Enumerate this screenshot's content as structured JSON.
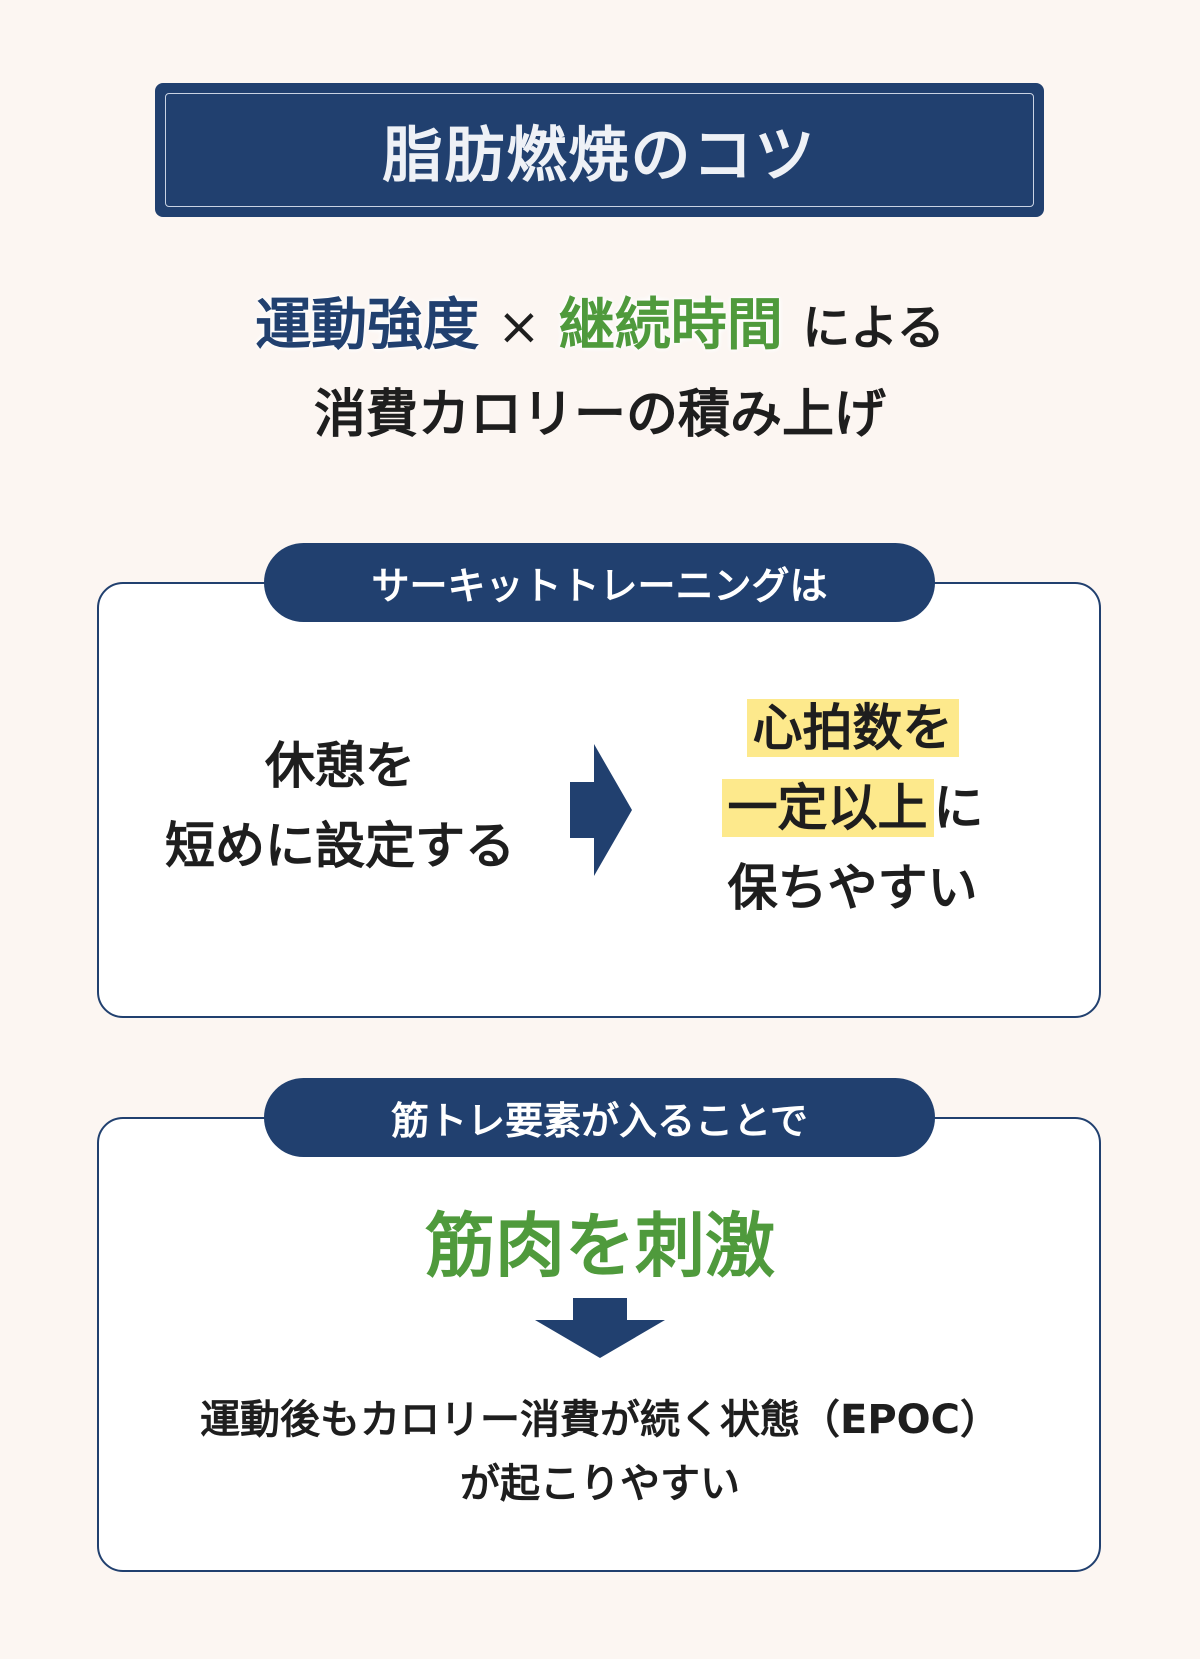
{
  "title": "脂肪燃焼のコツ",
  "headline": {
    "intensity": "運動強度",
    "times": "×",
    "duration": "継続時間",
    "by": "による",
    "line2": "消費カロリーの積み上げ"
  },
  "section1": {
    "label": "サーキットトレーニングは",
    "left_line1": "休憩を",
    "left_line2": "短めに設定する",
    "right_line1": "心拍数を",
    "right_line2_hl": "一定以上",
    "right_line2_rest": "に",
    "right_line3": "保ちやすい"
  },
  "section2": {
    "label": "筋トレ要素が入ることで",
    "emphasis": "筋肉を刺激",
    "result_line1": "運動後もカロリー消費が続く状態（EPOC）",
    "result_line2": "が起こりやすい"
  },
  "colors": {
    "navy": "#21406f",
    "green": "#4f9a3c",
    "highlight": "#fde98c",
    "background": "#fcf6f2"
  }
}
